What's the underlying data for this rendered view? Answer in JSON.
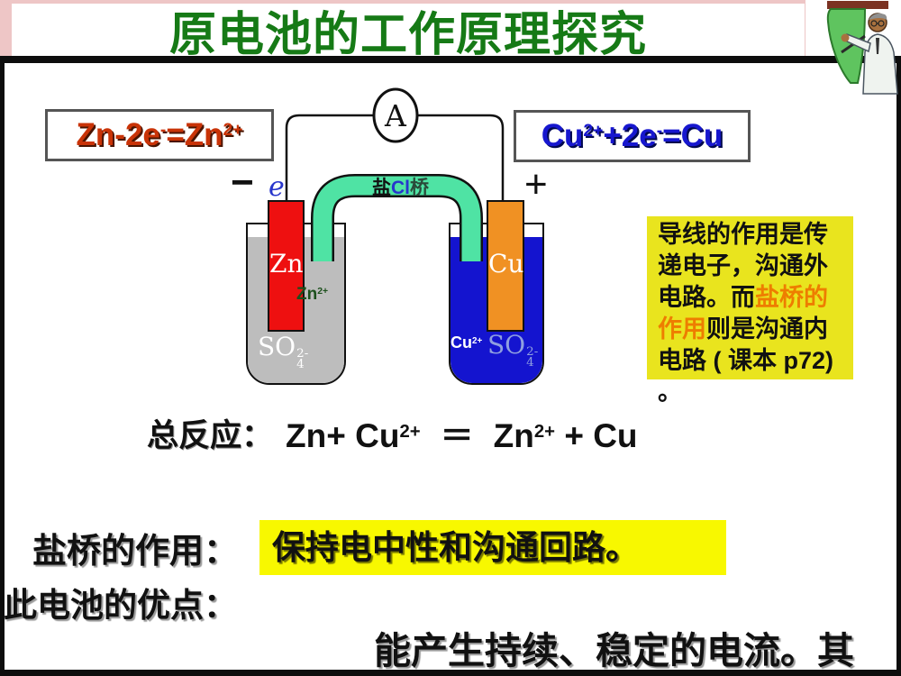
{
  "header": {
    "title": "原电池的工作原理探究"
  },
  "anode_eq": {
    "t1": "Zn-2e",
    "sup1": "-",
    "t2": "=Zn",
    "sup2": "2+"
  },
  "cathode_eq": {
    "t1": "Cu",
    "sup1": "2+",
    "t2": "+2e",
    "sup2": "-",
    "t3": "=Cu"
  },
  "circuit": {
    "ammeter_label": "A",
    "minus_sign": "−",
    "plus_sign": "+",
    "electron_label": "e",
    "salt_bridge": {
      "t1": "盐",
      "t2": "Cl",
      "t3": "桥"
    }
  },
  "zn_cell": {
    "electrode_label": "Zn",
    "ion": {
      "base": "Zn",
      "sup": "2+"
    },
    "sulfate": {
      "base": "SO",
      "sup": "2-",
      "sub": "4"
    }
  },
  "cu_cell": {
    "electrode_label": "Cu",
    "ion": {
      "base": "Cu",
      "sup": "2+"
    },
    "sulfate": {
      "base": "SO",
      "sup": "2-",
      "sub": "4"
    }
  },
  "note": {
    "part1": "导线的作用是传递电子，沟通外电路。而",
    "highlight": "盐桥的作用",
    "part2": "则是沟通内电路 ( 课本 p72) 。"
  },
  "reaction": {
    "label": "总反应：",
    "lhs": "Zn+ Cu",
    "lhs_sup": "2+",
    "equals": "＝",
    "rhs": "Zn",
    "rhs_sup": "2+",
    "rhs_tail": " + Cu"
  },
  "bridge_role": {
    "label": "盐桥的作用：",
    "answer": "保持电中性和沟通回路。"
  },
  "advantage": {
    "label": "此电池的优点：",
    "answer": "能产生持续、稳定的电流。其"
  },
  "colors": {
    "header_pink": "#eec6c6",
    "title_green": "#167a16",
    "frame_black": "#0d0d0d",
    "anode_red": "#c93307",
    "cathode_blue": "#1717cf",
    "bridge_green": "#4fe3a4",
    "solution_gray": "#bdbdbd",
    "solution_blue": "#1414cf",
    "electrode_red": "#ee1010",
    "electrode_orange": "#f09123",
    "note_yellow": "#e9e41e",
    "note_orange": "#ee7d00",
    "highlight_yellow": "#f8f800",
    "ion_green": "#1c501c",
    "so4_light_blue": "#8f9fe0",
    "electron_blue": "#2836cc"
  }
}
